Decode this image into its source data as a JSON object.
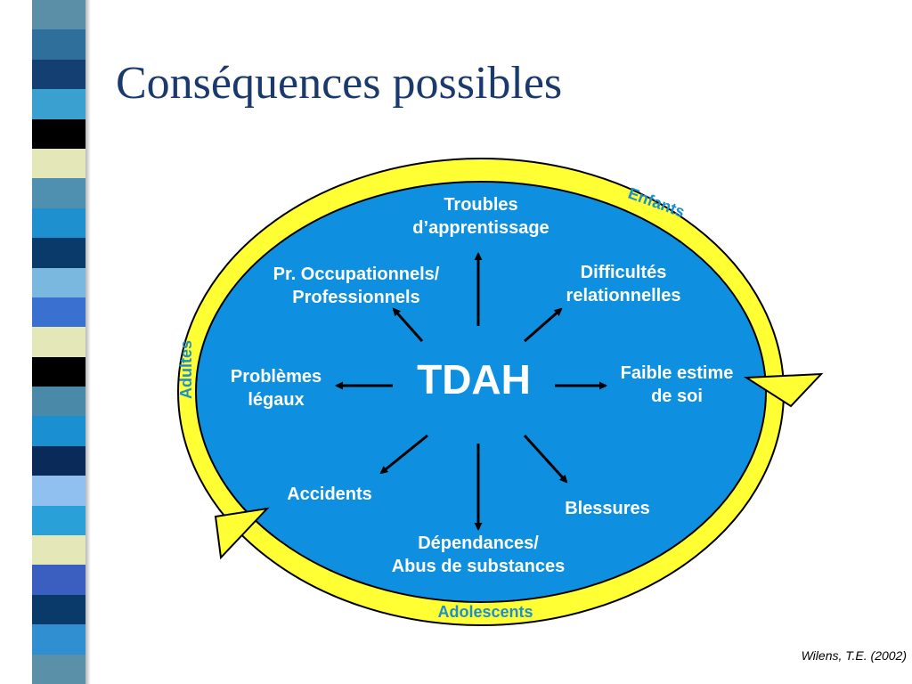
{
  "slide": {
    "title": "Conséquences possibles",
    "citation": "Wilens, T.E. (2002)"
  },
  "diagram": {
    "center": "TDAH",
    "stages": {
      "children": "Enfants",
      "adolescents": "Adolescents",
      "adults": "Adultes"
    },
    "consequences": {
      "learning": [
        "Troubles",
        "d’apprentissage"
      ],
      "occupational": [
        "Pr. Occupationnels/",
        "Professionnels"
      ],
      "relational": [
        "Difficultés",
        "relationnelles"
      ],
      "legal": [
        "Problèmes",
        "légaux"
      ],
      "self_esteem": [
        "Faible estime",
        "de soi"
      ],
      "accidents": [
        "Accidents"
      ],
      "injuries": [
        "Blessures"
      ],
      "substance": [
        "Dépendances/",
        "Abus de substances"
      ]
    }
  },
  "colors": {
    "ellipse_fill": "#0f8fe0",
    "ring": "#ffff33",
    "outline": "#000000",
    "stage_text": "#1b8fcf",
    "label_text": "#ffffff",
    "title_text": "#1a3a6e"
  },
  "sidebar_colors": [
    "#5b8fa8",
    "#2f6f9c",
    "#143f73",
    "#3aa0d0",
    "#000000",
    "#e4e8b8",
    "#4f8fb0",
    "#1e90d0",
    "#0a3a6a",
    "#7ab8e0",
    "#3a70d0",
    "#e4e8b8",
    "#000000",
    "#4a8aa8",
    "#1a90d0",
    "#0a2a5a",
    "#8fc0f0",
    "#2aa0d8",
    "#e4e8b8",
    "#3a5fc0",
    "#0a3a6a",
    "#2f8fd0",
    "#5a90a8"
  ]
}
